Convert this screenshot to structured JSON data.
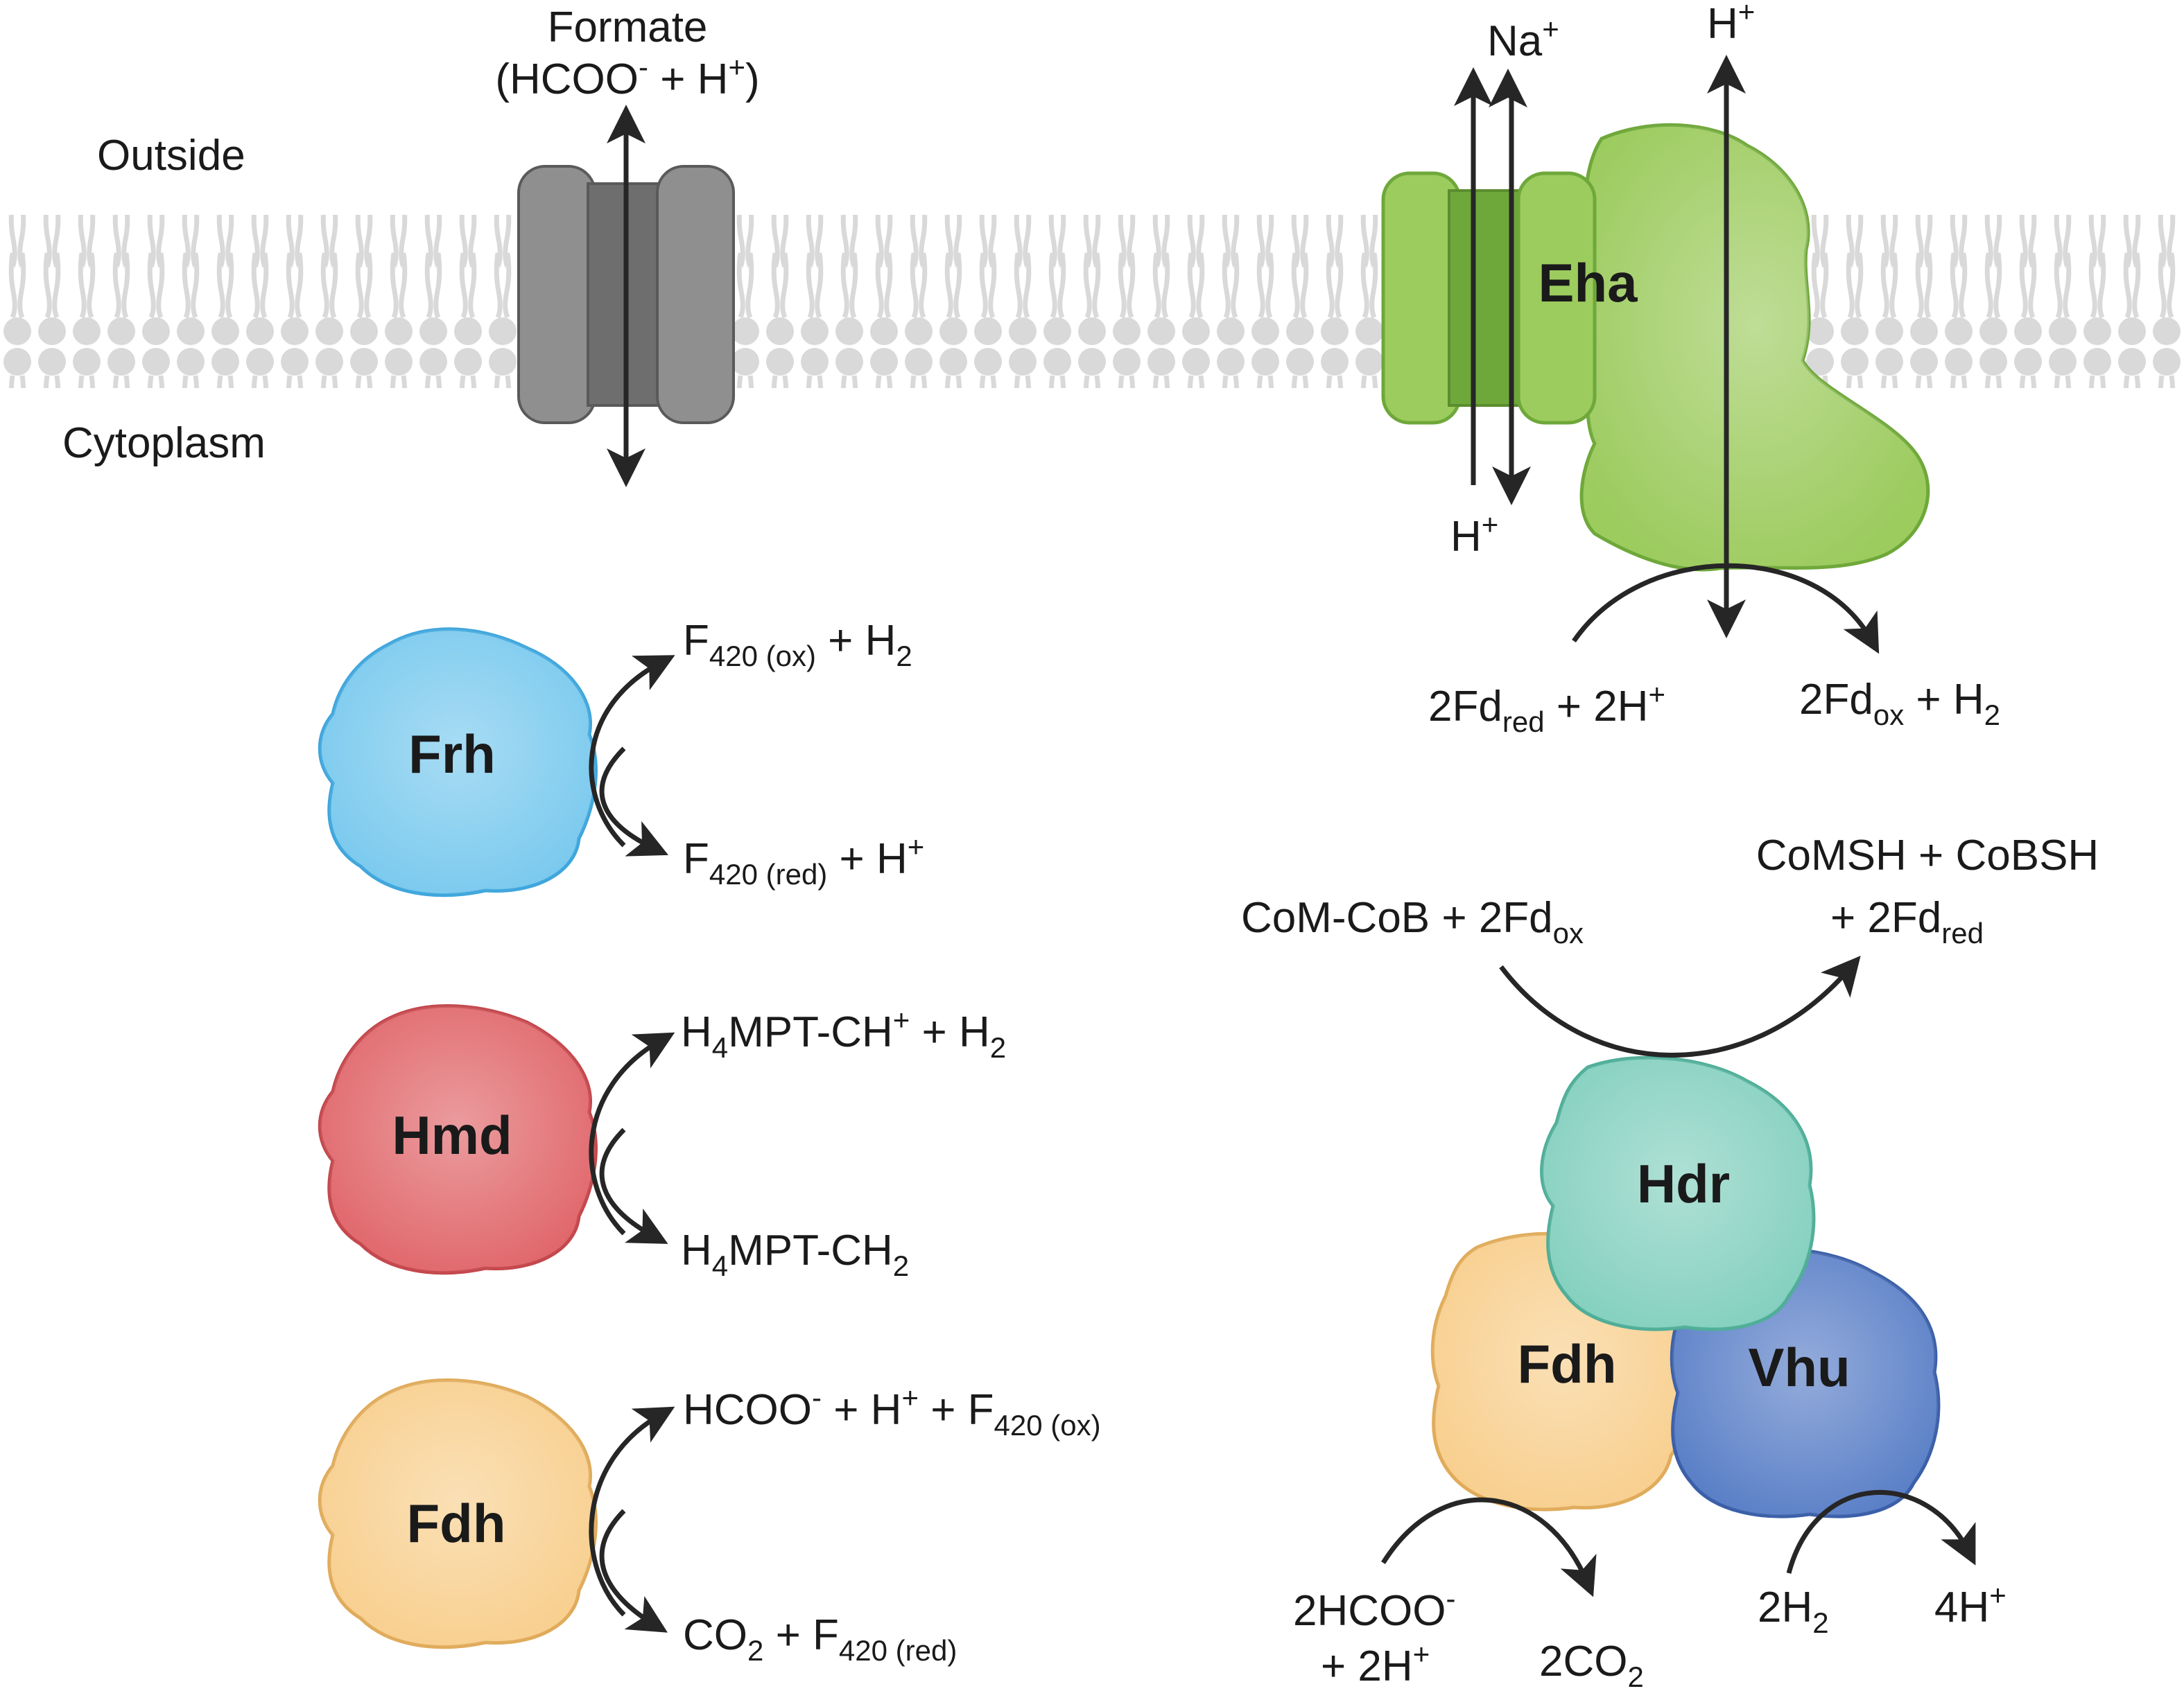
{
  "regions": {
    "outside": "Outside",
    "cytoplasm": "Cytoplasm"
  },
  "formate_channel": {
    "line1": "Formate",
    "line2_a": "(HCOO",
    "line2_b": "-",
    "line2_c": " + H",
    "line2_d": "+",
    "line2_e": ")"
  },
  "eha": {
    "name": "Eha",
    "na": "Na",
    "na_sup": "+",
    "h_top": "H",
    "h_top_sup": "+",
    "h_bottom": "H",
    "h_bottom_sup": "+",
    "left_a": "2Fd",
    "left_sub": "red",
    "left_b": " + 2H",
    "left_sup": "+",
    "right_a": "2Fd",
    "right_sub": "ox",
    "right_b": " + H",
    "right_sub2": "2"
  },
  "frh": {
    "name": "Frh",
    "top_a": "F",
    "top_sub": "420 (ox)",
    "top_b": " + H",
    "top_sub2": "2",
    "bot_a": "F",
    "bot_sub": "420 (red)",
    "bot_b": " + H",
    "bot_sup": "+"
  },
  "hmd": {
    "name": "Hmd",
    "top_a": "H",
    "top_sub": "4",
    "top_b": "MPT-CH",
    "top_sup": "+",
    "top_c": " + H",
    "top_sub2": "2",
    "bot_a": "H",
    "bot_sub": "4",
    "bot_b": "MPT-CH",
    "bot_sub2": "2"
  },
  "fdh_left": {
    "name": "Fdh",
    "top_a": "HCOO",
    "top_sup1": "-",
    "top_b": " + H",
    "top_sup2": "+",
    "top_c": " + F",
    "top_sub": "420 (ox)",
    "bot_a": "CO",
    "bot_sub": "2",
    "bot_b": " + F",
    "bot_sub2": "420 (red)"
  },
  "hdr_complex": {
    "hdr": "Hdr",
    "fdh": "Fdh",
    "vhu": "Vhu",
    "sub_a": "CoM-CoB + 2Fd",
    "sub_sub": "ox",
    "prod_line1": "CoMSH + CoBSH",
    "prod_line2_a": "+ 2Fd",
    "prod_line2_sub": "red",
    "formate_line1_a": "2HCOO",
    "formate_line1_sup": "-",
    "formate_line2_a": "+ 2H",
    "formate_line2_sup": "+",
    "co2_a": "2CO",
    "co2_sub": "2",
    "h2_a": "2H",
    "h2_sub": "2",
    "hplus_a": "4H",
    "hplus_sup": "+"
  },
  "colors": {
    "frh": "#79c9ee",
    "hmd": "#e0666a",
    "fdh": "#f8cf8e",
    "hdr": "#84d0bf",
    "vhu": "#5a7fc7",
    "eha": "#9ccb5e",
    "eha_dark": "#6fa83a",
    "channel": "#8c8c8c",
    "membrane": "#d7d7d7"
  }
}
